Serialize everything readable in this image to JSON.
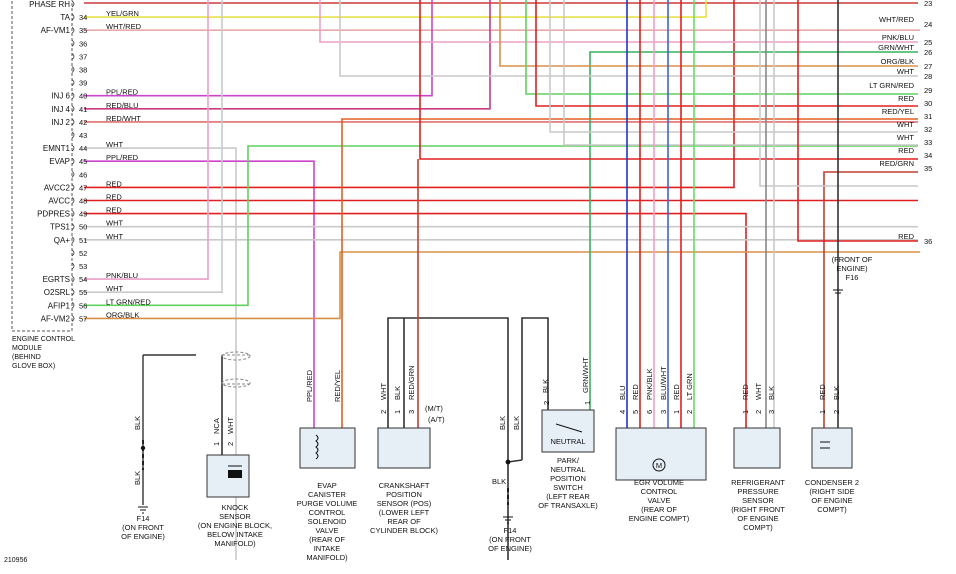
{
  "diagram_id": "210956",
  "colors": {
    "YEL/GRN": "#e9e04a",
    "WHT/RED": "#e8aaaa",
    "PPL/RED": "#cc44cc",
    "RED/BLU": "#cc3a80",
    "RED/WHT": "#e07070",
    "WHT": "#c9c9c9",
    "PPL": "#cc44cc",
    "RED": "#e02020",
    "PNK/BLU": "#e9a0c8",
    "LT GRN/RED": "#60d060",
    "ORG/BLK": "#d8904a",
    "BLK": "#333333",
    "GRN/WHT": "#38b060",
    "ORG/BLK2": "#c88040",
    "LT GRN": "#66dd66",
    "RED/YEL": "#e06020",
    "RED/GRN": "#c04030",
    "BLU": "#2233cc",
    "PNK": "#f0a0c0",
    "BLU/WHT": "#4060e0",
    "GRN": "#30a030"
  },
  "ecm": {
    "title_lines": [
      "ENGINE CONTROL",
      "MODULE",
      "(BEHIND",
      "GLOVE BOX)"
    ],
    "pins": [
      {
        "name": "PHASE RH",
        "num": ""
      },
      {
        "name": "TA",
        "num": "34",
        "wire": "YEL/GRN"
      },
      {
        "name": "AF-VM1",
        "num": "35",
        "wire": "WHT/RED"
      },
      {
        "name": "",
        "num": "36"
      },
      {
        "name": "",
        "num": "37"
      },
      {
        "name": "",
        "num": "38"
      },
      {
        "name": "",
        "num": "39"
      },
      {
        "name": "INJ 6",
        "num": "40",
        "wire": "PPL/RED"
      },
      {
        "name": "INJ 4",
        "num": "41",
        "wire": "RED/BLU"
      },
      {
        "name": "INJ 2",
        "num": "42",
        "wire": "RED/WHT"
      },
      {
        "name": "",
        "num": "43"
      },
      {
        "name": "EMNT1",
        "num": "44",
        "wire": "WHT"
      },
      {
        "name": "EVAP",
        "num": "45",
        "wire": "PPL/RED"
      },
      {
        "name": "",
        "num": "46"
      },
      {
        "name": "AVCC2",
        "num": "47",
        "wire": "RED"
      },
      {
        "name": "AVCC",
        "num": "48",
        "wire": "RED"
      },
      {
        "name": "PDPRES",
        "num": "49",
        "wire": "RED"
      },
      {
        "name": "TPS1",
        "num": "50",
        "wire": "WHT"
      },
      {
        "name": "QA+",
        "num": "51",
        "wire": "WHT"
      },
      {
        "name": "",
        "num": "52"
      },
      {
        "name": "",
        "num": "53"
      },
      {
        "name": "EGRTS",
        "num": "54",
        "wire": "PNK/BLU"
      },
      {
        "name": "O2SRL",
        "num": "55",
        "wire": "WHT"
      },
      {
        "name": "AFIP1",
        "num": "56",
        "wire": "LT GRN/RED"
      },
      {
        "name": "AF-VM2",
        "num": "57",
        "wire": "ORG/BLK"
      }
    ]
  },
  "right_rows": [
    {
      "num": "23",
      "wire": ""
    },
    {
      "num": "24",
      "wire": "WHT/RED"
    },
    {
      "num": "25",
      "wire": "PNK/BLU"
    },
    {
      "num": "26",
      "wire": "GRN/WHT"
    },
    {
      "num": "27",
      "wire": "ORG/BLK"
    },
    {
      "num": "28",
      "wire": "WHT"
    },
    {
      "num": "29",
      "wire": "LT GRN/RED"
    },
    {
      "num": "30",
      "wire": "RED"
    },
    {
      "num": "31",
      "wire": "RED/YEL"
    },
    {
      "num": "32",
      "wire": "WHT"
    },
    {
      "num": "33",
      "wire": "WHT"
    },
    {
      "num": "34",
      "wire": "RED"
    },
    {
      "num": "35",
      "wire": "RED/GRN"
    },
    {
      "num": "36",
      "wire": "RED"
    }
  ],
  "components": {
    "ground1": {
      "wire": "BLK",
      "wire2": "BLK",
      "ref": "F14",
      "caption": [
        "(ON FRONT",
        "OF ENGINE)"
      ]
    },
    "knock": {
      "pins": [
        "1",
        "2"
      ],
      "wires": [
        "NCA",
        "WHT"
      ],
      "caption": [
        "KNOCK",
        "SENSOR",
        "(ON ENGINE BLOCK,",
        "BELOW INTAKE",
        "MANIFOLD)"
      ]
    },
    "evap": {
      "wires": [
        "PPL/RED",
        "RED/YEL"
      ],
      "caption": [
        "EVAP",
        "CANISTER",
        "PURGE VOLUME",
        "CONTROL",
        "SOLENOID",
        "VALVE",
        "(REAR OF",
        "INTAKE",
        "MANIFOLD)"
      ]
    },
    "crank": {
      "pins": [
        "2",
        "1",
        "3"
      ],
      "wires": [
        "WHT",
        "BLK",
        "RED/GRN"
      ],
      "notes": [
        "(M/T)",
        "(A/T)"
      ],
      "caption": [
        "CRANKSHAFT",
        "POSITION",
        "SENSOR (POS)",
        "(LOWER LEFT",
        "REAR OF",
        "CYLINDER BLOCK)"
      ]
    },
    "ground2": {
      "wires": [
        "BLK",
        "BLK"
      ],
      "wire3": "BLK",
      "ref": "F14",
      "caption": [
        "(ON FRONT",
        "OF ENGINE)"
      ]
    },
    "park": {
      "pins": [
        "2",
        "1"
      ],
      "wires": [
        "BLK",
        "GRN/WHT"
      ],
      "label": "NEUTRAL",
      "caption": [
        "PARK/",
        "NEUTRAL",
        "POSITION",
        "SWITCH",
        "(LEFT REAR",
        "OF TRANSAXLE)"
      ]
    },
    "egr": {
      "pins": [
        "4",
        "5",
        "6",
        "3",
        "1",
        "2"
      ],
      "wires": [
        "BLU",
        "RED",
        "PNK/BLK",
        "BLU/WHT",
        "RED",
        "LT GRN"
      ],
      "caption": [
        "EGR VOLUME",
        "CONTROL",
        "VALVE",
        "(REAR OF",
        "ENGINE COMPT)"
      ]
    },
    "refrig": {
      "pins": [
        "1",
        "2",
        "3"
      ],
      "wires": [
        "RED",
        "WHT",
        "BLK"
      ],
      "caption": [
        "REFRIGERANT",
        "PRESSURE",
        "SENSOR",
        "(RIGHT FRONT",
        "OF ENGINE",
        "COMPT)"
      ]
    },
    "cond": {
      "pins": [
        "1",
        "2"
      ],
      "wires": [
        "RED",
        "BLK"
      ],
      "ref_caption": [
        "(FRONT OF",
        "ENGINE)",
        "F16"
      ],
      "caption": [
        "CONDENSER 2",
        "(RIGHT SIDE",
        "OF ENGINE",
        "COMPT)"
      ]
    }
  }
}
